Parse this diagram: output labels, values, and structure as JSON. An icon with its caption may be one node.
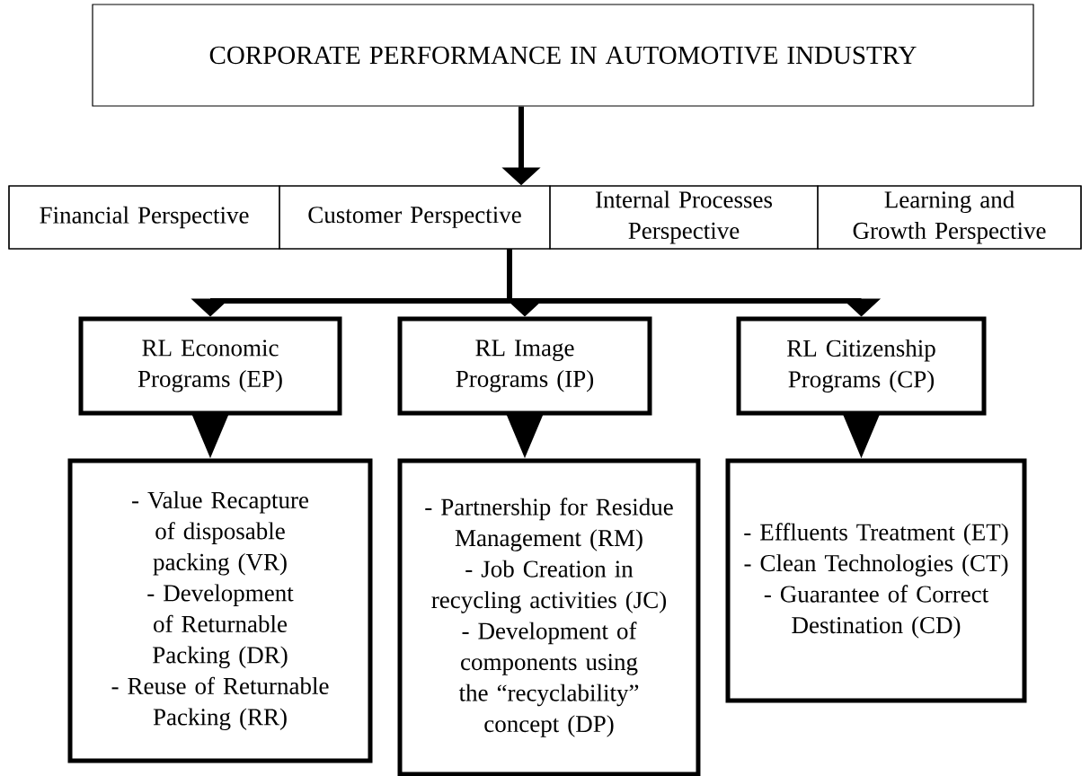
{
  "diagram": {
    "nodes": [
      {
        "text": [
          "CORPORATE PERFORMANCE IN AUTOMOTIVE INDUSTRY"
        ]
      },
      {
        "text": [],
        "shape": "box"
      },
      {
        "text": [
          "Financial Perspective"
        ],
        "in": 1
      },
      {
        "text": [
          "Customer Perspective"
        ],
        "in": 1
      },
      {
        "text": [
          "Internal Processes Perspective"
        ],
        "in": 1
      },
      {
        "text": [
          "Learning and Growth Perspective"
        ],
        "in": 1
      },
      {
        "text": [
          "RL Economic Programs (EP)"
        ]
      },
      {
        "text": [
          "RL Image Programs (IP)"
        ]
      },
      {
        "text": [
          "RL Citizenship Programs (CP)"
        ]
      },
      {
        "text": [
          "- Value Recapture of disposable packing (VR)",
          "- Development of Returnable Packing (DR)",
          "- Reuse of Returnable Packing (RR)"
        ]
      },
      {
        "text": [
          "- Partnership for Residue Management (RM)",
          "- Job Creation in recycling activities (JC)",
          "- Development of components using the “recyclability” concept (DP)"
        ]
      },
      {
        "text": [
          "- Effluents Treatment (ET)",
          "- Clean Technologies (CT)",
          "- Guarantee of Correct Destination (CD)"
        ]
      }
    ],
    "edges": [
      {
        "from": 0,
        "to": 1,
        "arrow": "to"
      },
      {
        "from": 1,
        "to": 6,
        "arrow": "to"
      },
      {
        "from": 1,
        "to": 7,
        "arrow": "to"
      },
      {
        "from": 1,
        "to": 8,
        "arrow": "to"
      },
      {
        "from": 6,
        "to": 9,
        "arrow": "to"
      },
      {
        "from": 7,
        "to": 10,
        "arrow": "to"
      },
      {
        "from": 8,
        "to": 11,
        "arrow": "to"
      }
    ]
  }
}
